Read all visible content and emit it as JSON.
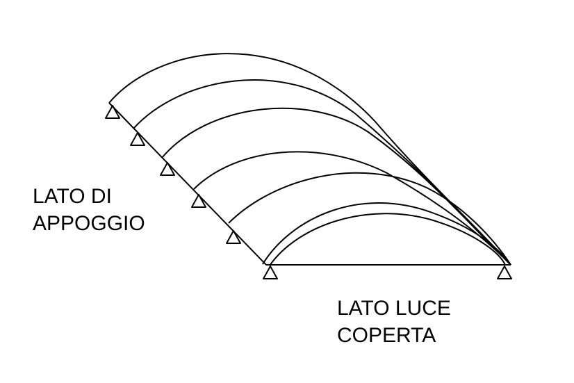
{
  "diagram": {
    "support_side_label": [
      "LATO DI",
      "APPOGGIO"
    ],
    "span_side_label": [
      "LATO LUCE",
      "COPERTA"
    ],
    "arch_count": 6,
    "support_count": 7,
    "colors": {
      "line": "#000000",
      "background": "#ffffff"
    }
  }
}
